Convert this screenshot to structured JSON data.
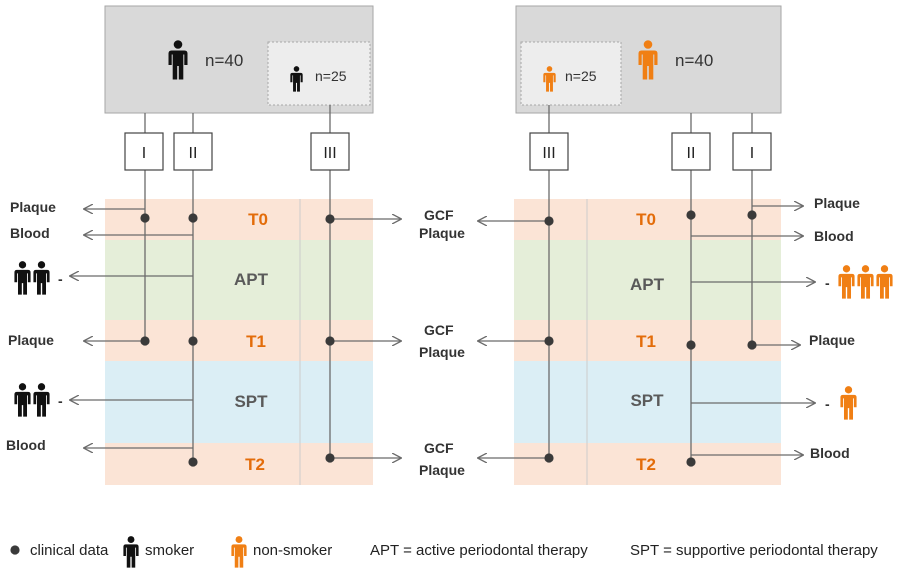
{
  "colors": {
    "phase_t": "#fbe4d6",
    "phase_apt": "#e5eed9",
    "phase_spt": "#dbeef5",
    "phase_text_t": "#e36c0a",
    "phase_text_mid": "#5a5a5a",
    "smoker": "#111111",
    "non_smoker": "#f07f14",
    "group_box": "#d9d9d9"
  },
  "phases": {
    "t0": "T0",
    "apt": "APT",
    "t1": "T1",
    "spt": "SPT",
    "t2": "T2"
  },
  "groups": {
    "left": {
      "n_main": "n=40",
      "n_sub": "n=25",
      "population": "smoker"
    },
    "right": {
      "n_main": "n=40",
      "n_sub": "n=25",
      "population": "non-smoker"
    }
  },
  "subgroups": {
    "one": "I",
    "two": "II",
    "three": "III"
  },
  "labels": {
    "plaque": "Plaque",
    "blood": "Blood",
    "gcf": "GCF",
    "dash": "-"
  },
  "dropouts": {
    "left_apt": 2,
    "left_spt": 2,
    "right_apt": 3,
    "right_spt": 1
  },
  "legend": {
    "clinical": "clinical data",
    "smoker": "smoker",
    "non_smoker": "non-smoker",
    "apt_def": "APT = active periodontal therapy",
    "spt_def": "SPT = supportive periodontal therapy"
  }
}
